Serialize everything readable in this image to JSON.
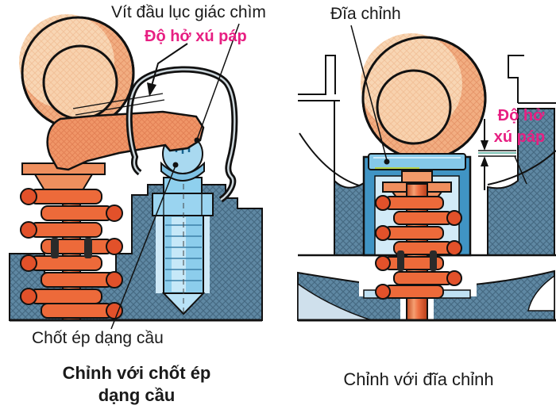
{
  "labels": {
    "hex_screw": "Vít đầu lục giác chìm",
    "valve_clearance_left": "Độ hở xú páp",
    "adjusting_disc": "Đĩa chỉnh",
    "valve_clearance_right_line1": "Độ hở",
    "valve_clearance_right_line2": "xú páp",
    "ball_pin": "Chốt ép dạng cầu",
    "caption_left_line1": "Chỉnh với chốt ép",
    "caption_left_line2": "dạng cầu",
    "caption_right": "Chỉnh với đĩa chỉnh"
  },
  "colors": {
    "label_black": "#1a1a1a",
    "label_magenta": "#e71f82",
    "cam_peach_light": "#f8d6b4",
    "cam_peach_mid": "#f2ae82",
    "cam_peach_inner": "#f8d2ae",
    "rocker_orange": "#f09668",
    "valve_orange": "#e8602f",
    "spring_orange": "#ed6a3a",
    "tappet_blue": "#4094c4",
    "tappet_cavity": "#d2ebf8",
    "adjuster_blue": "#9bd3ef",
    "head_slate": "#5f88a3",
    "background": "#ffffff"
  }
}
